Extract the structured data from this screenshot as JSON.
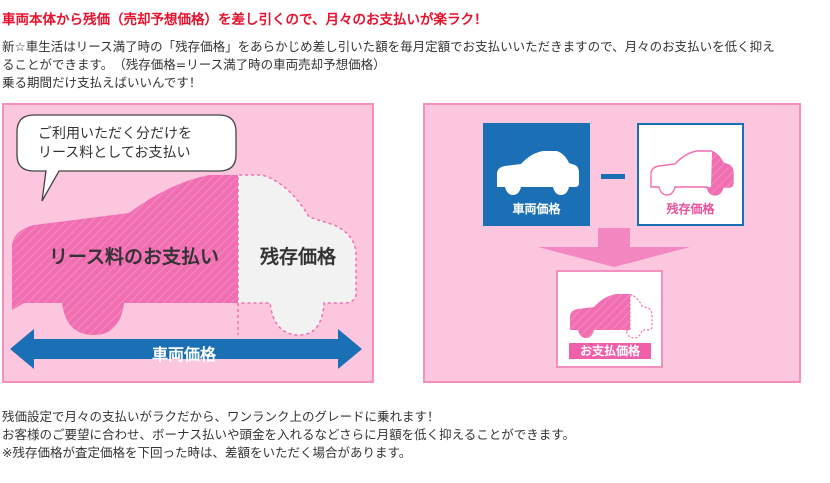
{
  "headline": "車両本体から残価（売却予想価格）を差し引くので、月々のお支払いが楽ラク！",
  "intro": {
    "line1": "新☆車生活はリース満了時の「残存価格」をあらかじめ差し引いた額を毎月定額でお支払いいただきますので、月々のお支払いを低く抑え",
    "line2": "ることができます。　（残存価格=リース満了時の車両売却予想価格）",
    "line3": "乗る期間だけ支払えばいいんです！"
  },
  "left_diagram": {
    "bubble_line1": "ご利用いただく分だけを",
    "bubble_line2": "リース料としてお支払い",
    "lease_label": "リース料のお支払い",
    "residual_label": "残存価格",
    "vehicle_price_label": "車両価格"
  },
  "right_diagram": {
    "vehicle_price_label": "車両価格",
    "residual_label": "残存価格",
    "payment_label": "お支払価格"
  },
  "footer": {
    "line1": "残価設定で月々の支払いがラクだから、ワンランク上のグレードに乗れます！",
    "line2": "お客様のご要望に合わせ、ボーナス払いや頭金を入れるなどさらに月額を低く抑えることができます。",
    "line3": "※残存価格が査定価格を下回った時は、差額をいただく場合があります。"
  },
  "colors": {
    "headline_red": "#e8112d",
    "panel_pink": "#fcc6df",
    "car_pink": "#f06eb1",
    "arrow_blue": "#1b70b5"
  }
}
